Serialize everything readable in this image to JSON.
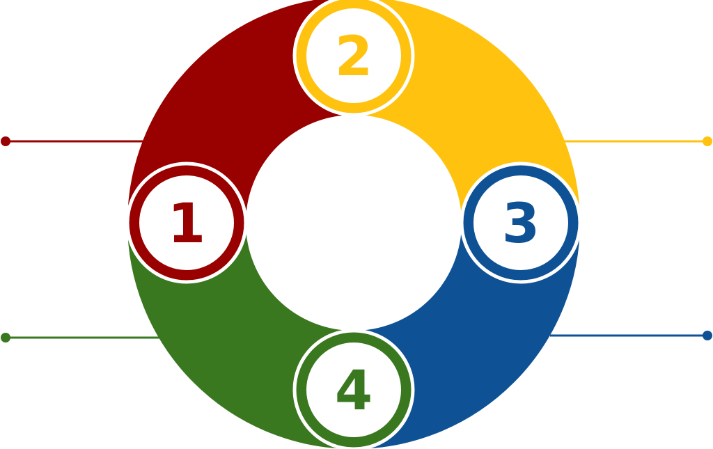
{
  "diagram": {
    "type": "cycle",
    "steps": [
      {
        "label": "1",
        "color": "#990000"
      },
      {
        "label": "2",
        "color": "#FFC20E"
      },
      {
        "label": "3",
        "color": "#0F5195"
      },
      {
        "label": "4",
        "color": "#3A7820"
      }
    ]
  }
}
